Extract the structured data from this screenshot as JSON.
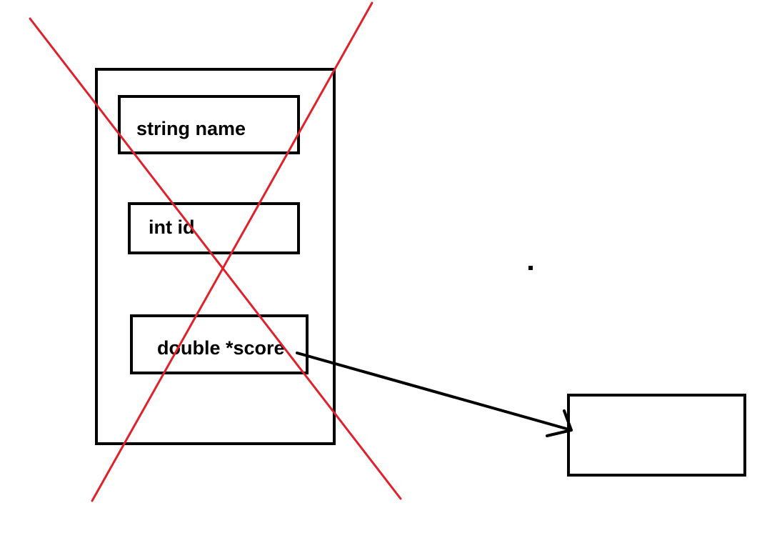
{
  "diagram": {
    "fields": {
      "name": "string name",
      "id": "int id",
      "score": "double *score"
    },
    "colors": {
      "stroke": "#000000",
      "cross": "#e0202a",
      "background": "#ffffff"
    }
  }
}
